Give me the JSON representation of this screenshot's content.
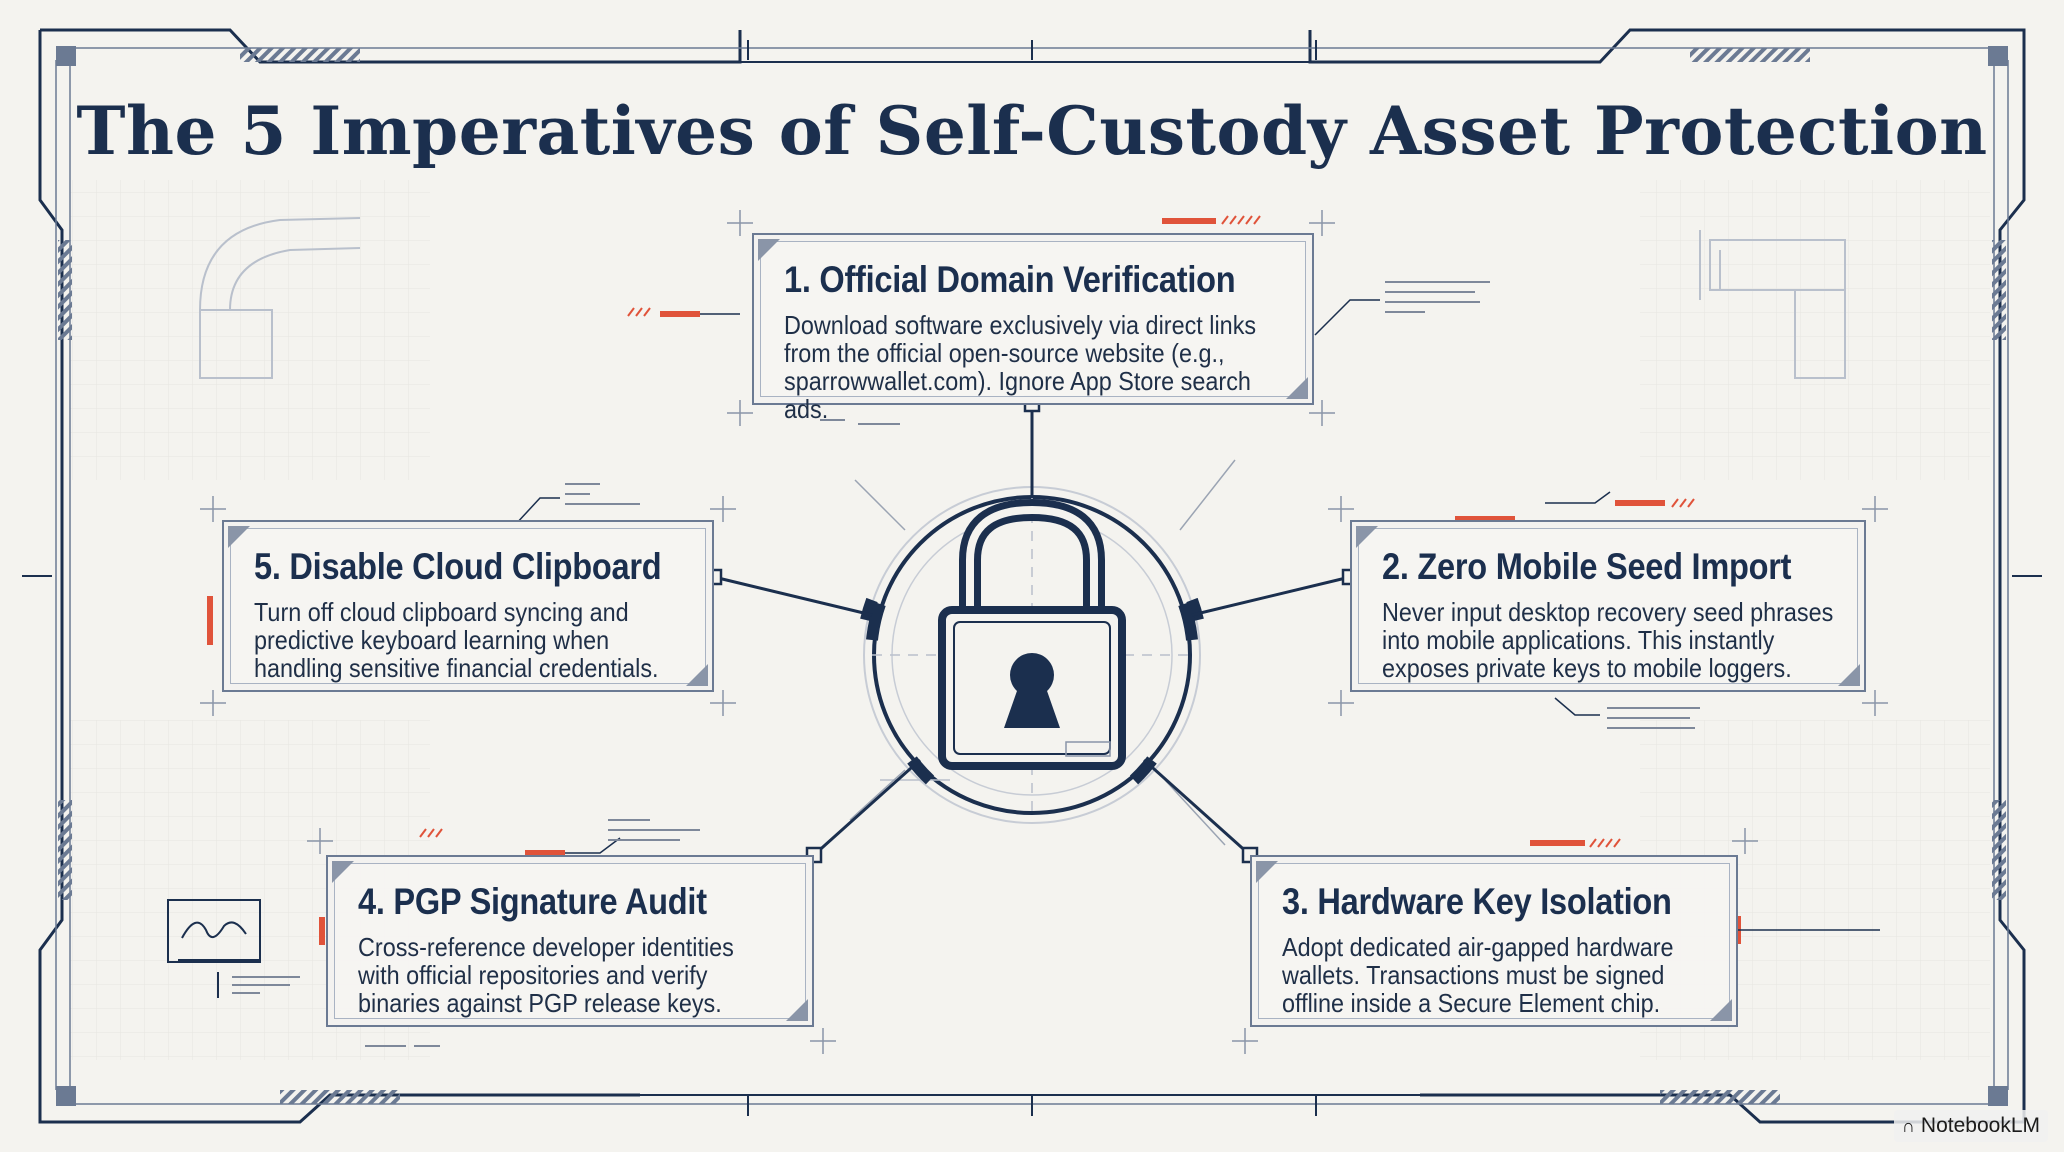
{
  "title": "The 5 Imperatives of Self-Custody Asset Protection",
  "imperatives": [
    {
      "heading": "1. Official Domain Verification",
      "body": "Download software exclusively via direct links from the official open-source website (e.g., sparrowwallet.com). Ignore App Store search ads."
    },
    {
      "heading": "2. Zero Mobile Seed Import",
      "body": "Never input desktop recovery seed phrases into mobile applications. This instantly exposes private keys to mobile loggers."
    },
    {
      "heading": "3. Hardware Key Isolation",
      "body": "Adopt dedicated air-gapped hardware wallets. Transactions must be signed offline inside a Secure Element chip."
    },
    {
      "heading": "4. PGP Signature Audit",
      "body": "Cross-reference developer identities with official repositories and verify binaries against PGP release keys."
    },
    {
      "heading": "5. Disable Cloud Clipboard",
      "body": "Turn off cloud clipboard syncing and predictive keyboard learning when handling sensitive financial credentials."
    }
  ],
  "watermark": "NotebookLM",
  "colors": {
    "navy": "#1b2f4e",
    "accent": "#e0533a",
    "background": "#f4f3ef",
    "line": "#6b7a93"
  },
  "icons": {
    "center": "padlock-icon",
    "decor": "signature-icon",
    "watermark": "notebooklm-logo-icon"
  }
}
